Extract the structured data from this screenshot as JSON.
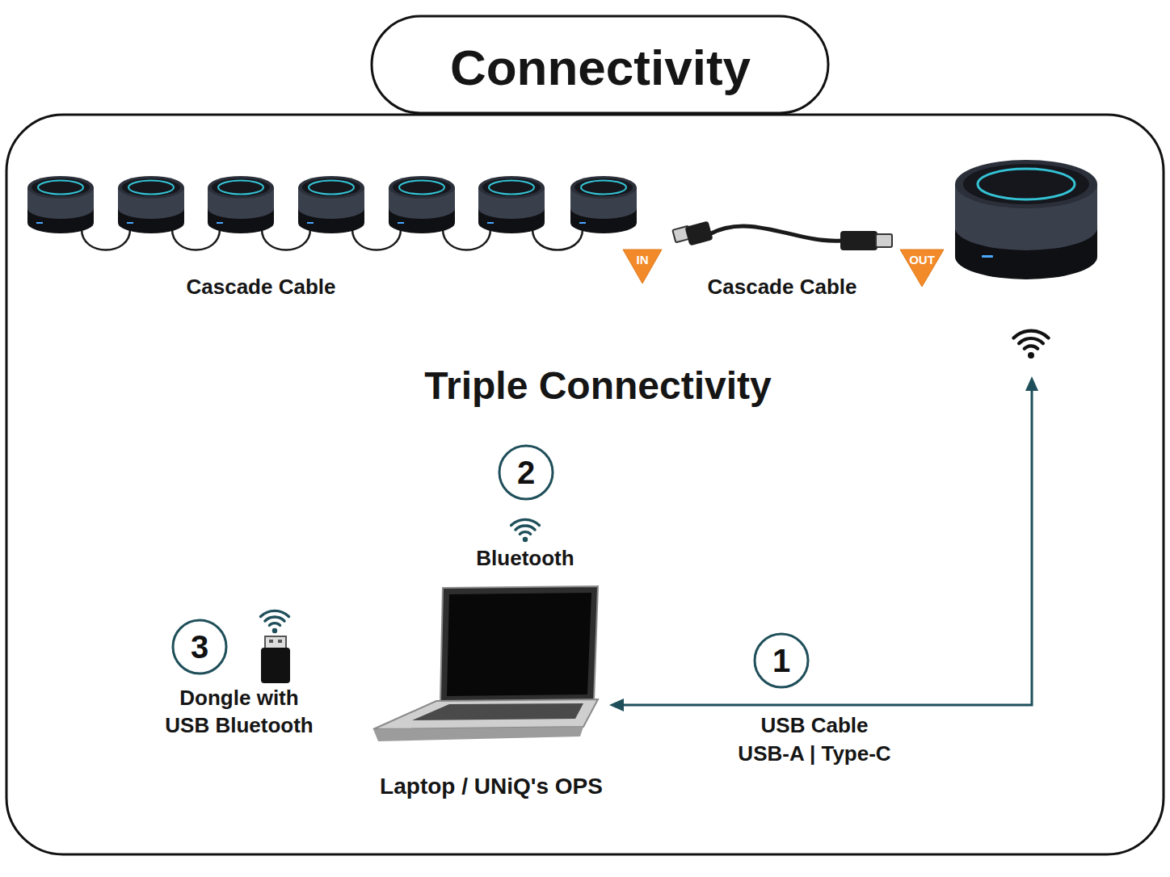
{
  "diagram": {
    "title": "Connectivity",
    "nodes": [
      {
        "text": [
          "IN"
        ]
      },
      {
        "text": [
          "OUT"
        ]
      },
      {
        "text": [
          "2"
        ]
      },
      {
        "text": [
          "3"
        ]
      },
      {
        "text": [
          "1"
        ]
      }
    ],
    "labels": [
      "Cascade Cable",
      "Cascade Cable",
      "Triple Connectivity",
      "Bluetooth",
      "Dongle with USB Bluetooth",
      "Laptop / UNiQ's OPS",
      "USB Cable",
      "USB-A | Type-C"
    ]
  }
}
